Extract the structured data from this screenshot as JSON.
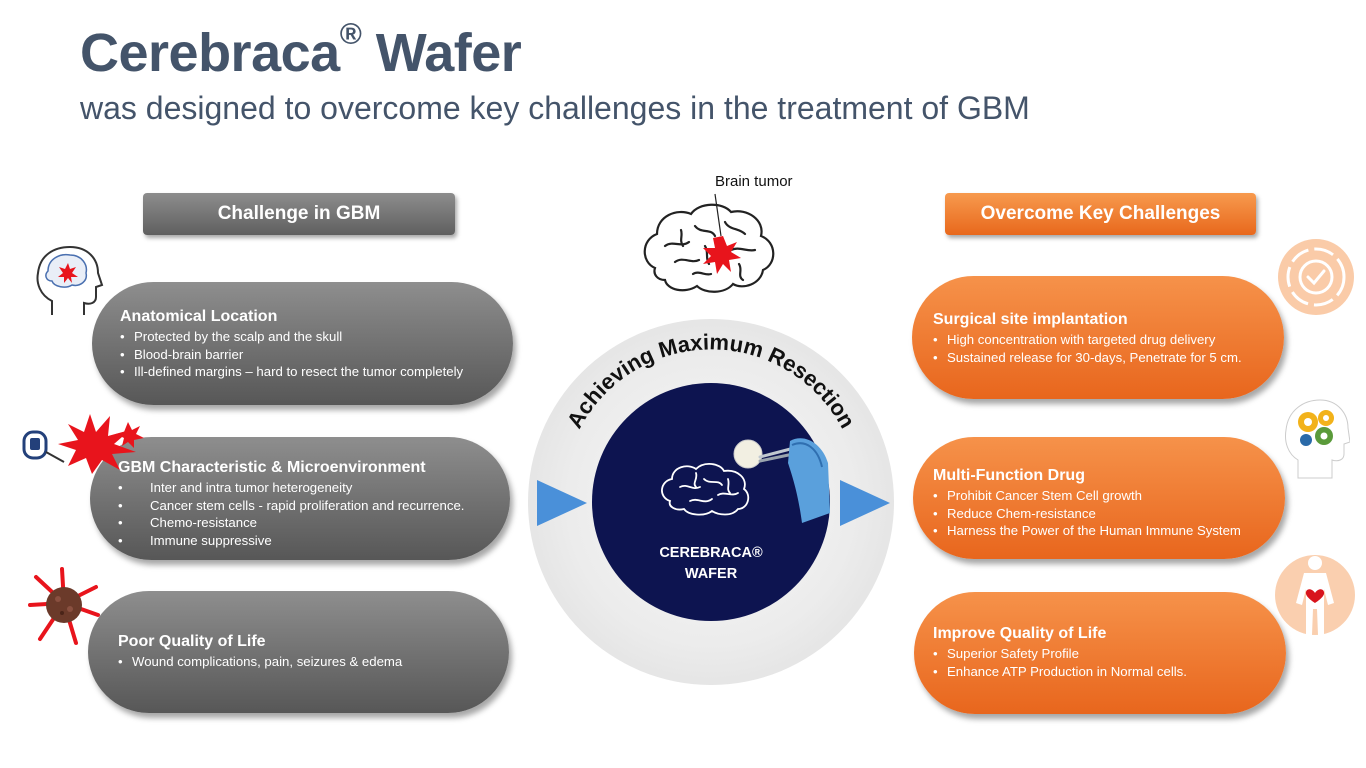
{
  "title": {
    "main": "Cerebraca",
    "reg": "®",
    "rest": " Wafer"
  },
  "subtitle": "was designed to overcome key challenges in the treatment of GBM",
  "left_header": "Challenge in GBM",
  "right_header": "Overcome Key Challenges",
  "brain_tumor_label": "Brain tumor",
  "center_arc_text": "Achieving Maximum Resection",
  "wafer_label": {
    "line1": "CEREBRACA®",
    "line2": "WAFER"
  },
  "challenges": [
    {
      "heading": "Anatomical Location",
      "bullets": [
        "Protected by the scalp and the skull",
        "Blood-brain barrier",
        "Ill-defined margins – hard to resect the tumor completely"
      ]
    },
    {
      "heading": "GBM Characteristic & Microenvironment",
      "bullets": [
        "Inter and intra tumor heterogeneity",
        "Cancer stem cells - rapid proliferation and recurrence.",
        "Chemo-resistance",
        "Immune suppressive"
      ]
    },
    {
      "heading": "Poor Quality of Life",
      "bullets": [
        "Wound complications, pain, seizures & edema"
      ]
    }
  ],
  "solutions": [
    {
      "heading": "Surgical site implantation",
      "bullets": [
        "High concentration with targeted drug delivery",
        "Sustained release for 30-days, Penetrate for 5 cm."
      ]
    },
    {
      "heading": "Multi-Function Drug",
      "bullets": [
        "Prohibit Cancer Stem Cell growth",
        "Reduce Chem-resistance",
        "Harness the Power of the Human Immune System"
      ]
    },
    {
      "heading": "Improve Quality of Life",
      "bullets": [
        "Superior Safety Profile",
        "Enhance ATP Production in Normal cells."
      ]
    }
  ],
  "colors": {
    "title": "#44546a",
    "gray_pill": "#6e6e6e",
    "orange_pill": "#ee7a2e",
    "navy_circle": "#0d1450",
    "tumor_red": "#e8141c",
    "arrow_blue": "#4a90d9"
  },
  "icons": [
    "head-brain-icon",
    "cancer-cell-icon",
    "dying-cell-icon",
    "brain-tumor-icon",
    "target-gear-icon",
    "head-gears-icon",
    "human-heart-icon",
    "surgical-tweezers-icon"
  ]
}
